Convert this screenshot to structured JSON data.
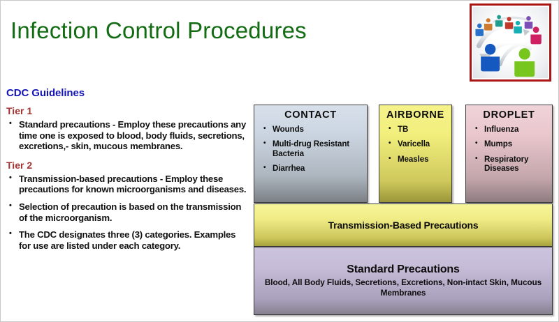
{
  "slide": {
    "title": "Infection Control Procedures",
    "title_color": "#136b13"
  },
  "hero": {
    "alt_name": "network-of-people-illustration",
    "border_color": "#a81616"
  },
  "left": {
    "heading": "CDC Guidelines",
    "heading_color": "#1414b4",
    "tier1_label": "Tier 1",
    "tier2_label": "Tier 2",
    "tier_label_color": "#a33434",
    "tier1_bullets": [
      "Standard precautions - Employ these precautions any time one is exposed to blood, body fluids, secretions, excretions,- skin, mucous membranes."
    ],
    "tier2_bullets": [
      "Transmission-based precautions - Employ these precautions for known microorganisms and diseases.",
      "Selection of precaution is based on the transmission of the microorganism.",
      "The CDC designates three (3) categories. Examples for use are listed under each category."
    ]
  },
  "diagram": {
    "categories": [
      {
        "id": "contact",
        "title": "CONTACT",
        "color": "#ccd6e2",
        "items": [
          "Wounds",
          "Multi-drug Resistant Bacteria",
          "Diarrhea"
        ]
      },
      {
        "id": "airborne",
        "title": "AIRBORNE",
        "color": "#f2ef7d",
        "items": [
          "TB",
          "Varicella",
          "Measles"
        ]
      },
      {
        "id": "droplet",
        "title": "DROPLET",
        "color": "#e9c7cd",
        "items": [
          "Influenza",
          "Mumps",
          "Respiratory Diseases"
        ]
      }
    ],
    "transmission_band": {
      "title": "Transmission-Based Precautions",
      "color": "#f0ec86"
    },
    "standard_band": {
      "title": "Standard Precautions",
      "subtitle": "Blood, All Body Fluids, Secretions, Excretions, Non-intact Skin, Mucous Membranes",
      "color": "#c6bcd8"
    }
  }
}
